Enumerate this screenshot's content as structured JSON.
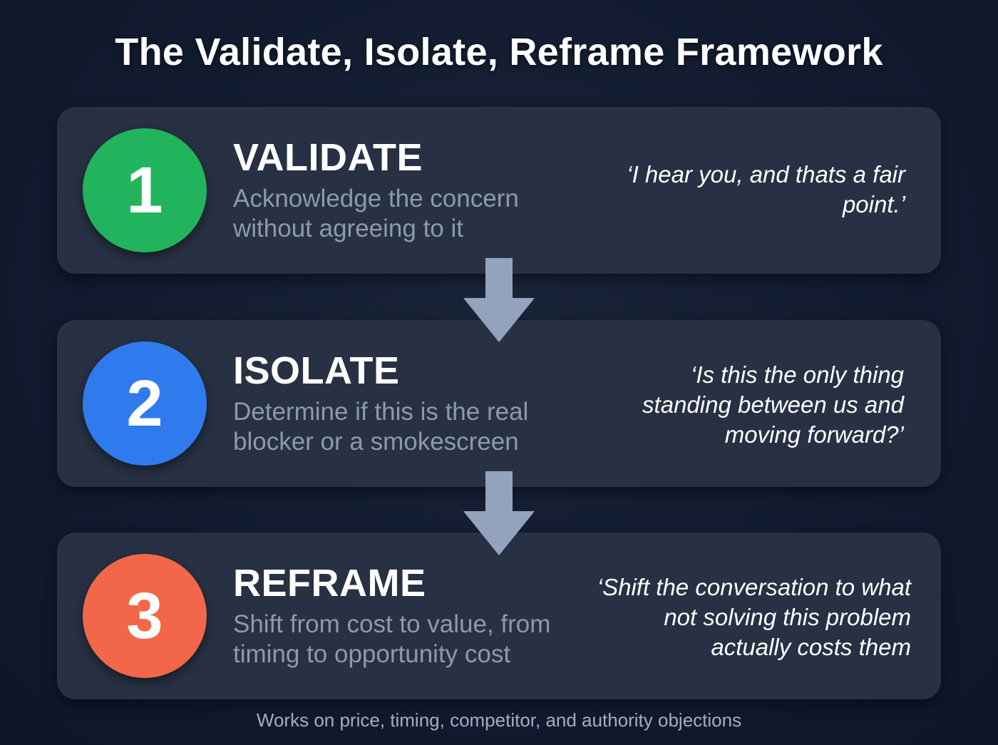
{
  "title": "The Validate, Isolate, Reframe Framework",
  "colors": {
    "background": "#111a2e",
    "card": "#273143",
    "arrow": "#94a3bd",
    "step1": "#22b45c",
    "step2": "#2f7bed",
    "step3": "#f2674a"
  },
  "steps": [
    {
      "number": "1",
      "title": "VALIDATE",
      "description": "Acknowledge the concern without agreeing to it",
      "quote": "‘I hear you, and thats a fair point.’"
    },
    {
      "number": "2",
      "title": "ISOLATE",
      "description": "Determine if this is the real blocker or a smokescreen",
      "quote": "‘Is this the only thing standing between us and moving forward?’"
    },
    {
      "number": "3",
      "title": "REFRAME",
      "description": "Shift from cost to value, from timing to opportunity cost",
      "quote": "‘Shift the conversation to what not solving this problem actually costs them"
    }
  ],
  "arrows": [
    {
      "icon": "arrow-down-icon"
    },
    {
      "icon": "arrow-down-icon"
    }
  ],
  "footer": "Works on price, timing, competitor, and authority objections"
}
